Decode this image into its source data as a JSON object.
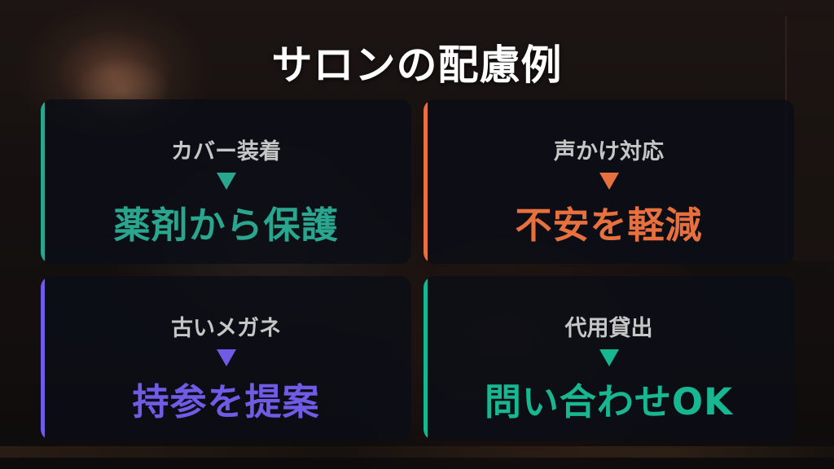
{
  "title": "サロンの配慮例",
  "cards": [
    {
      "label": "カバー装着",
      "arrow_icon": "down-triangle",
      "result": "薬剤から保護",
      "accent_color": "#2aa68f"
    },
    {
      "label": "声かけ対応",
      "arrow_icon": "down-triangle",
      "result": "不安を軽減",
      "accent_color": "#e8703f"
    },
    {
      "label": "古いメガネ",
      "arrow_icon": "down-triangle",
      "result": "持参を提案",
      "accent_color": "#6f5ce6"
    },
    {
      "label": "代用貸出",
      "arrow_icon": "down-triangle",
      "result": "問い合わせOK",
      "accent_color": "#17b791"
    }
  ]
}
